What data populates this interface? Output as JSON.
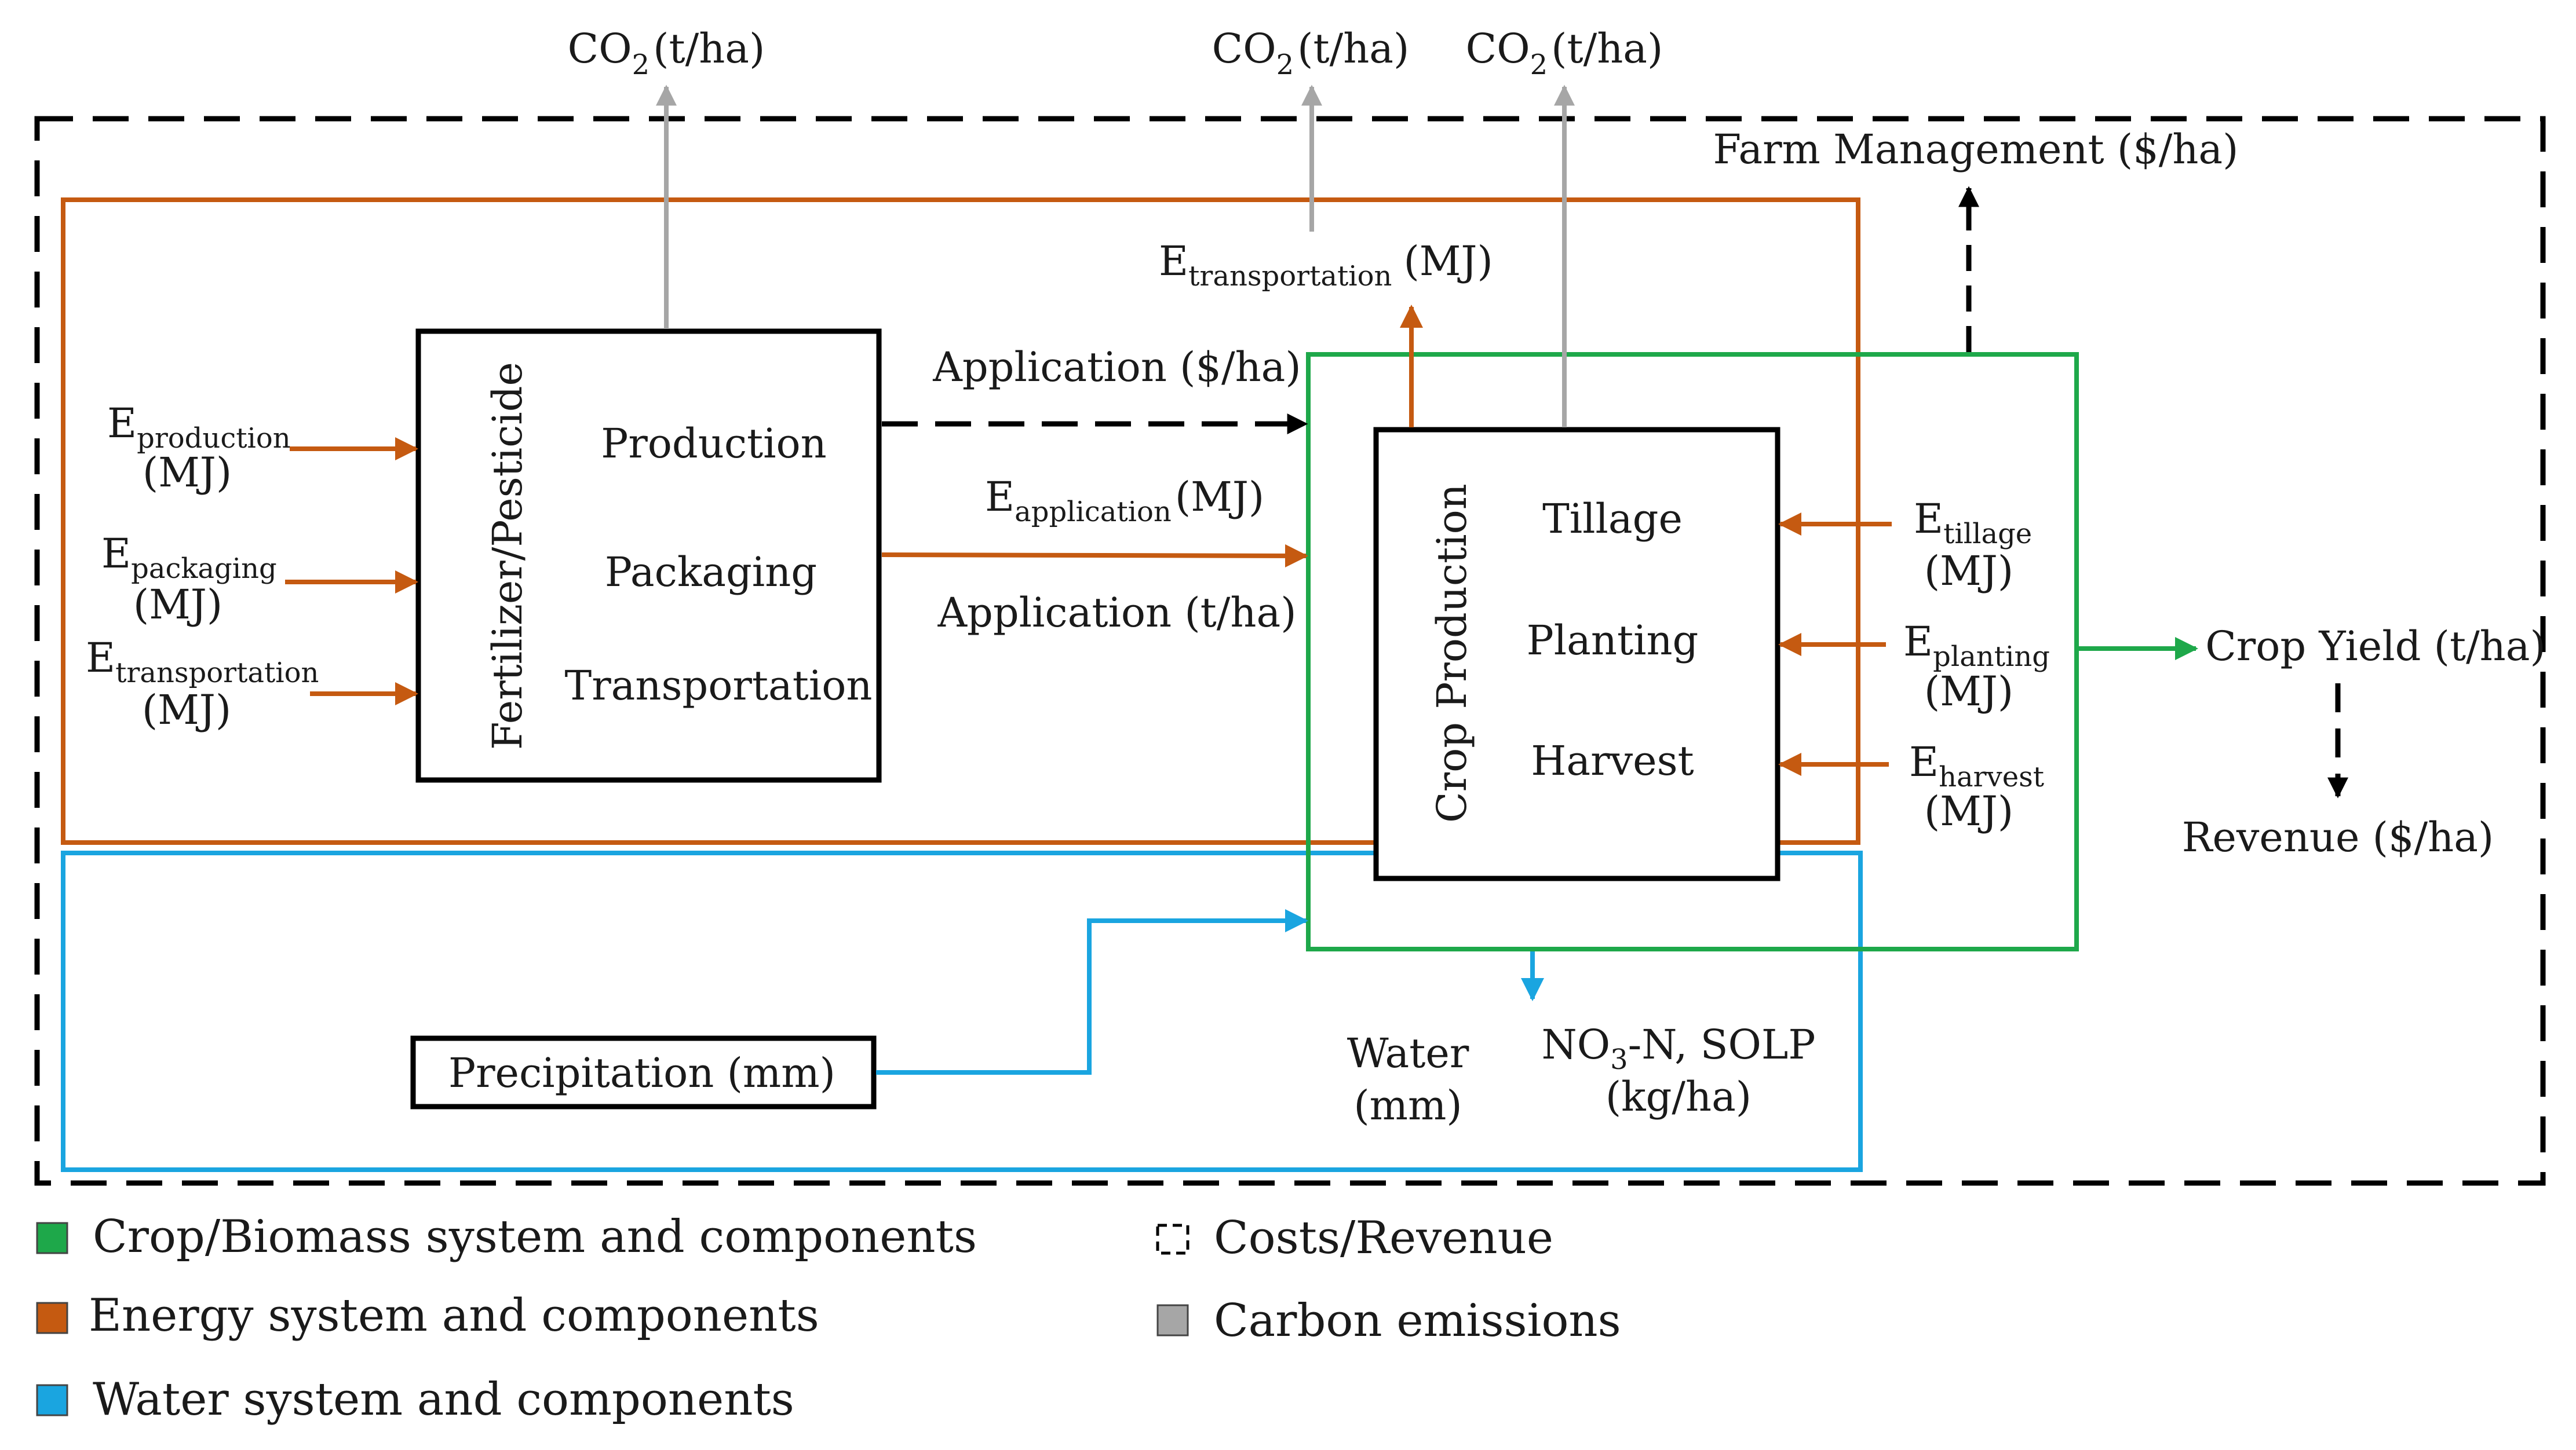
{
  "colors": {
    "crop": "#1ea84a",
    "energy": "#c55a11",
    "water": "#1aa5e0",
    "cost": "#000000",
    "carbon": "#a6a6a6"
  },
  "labels": {
    "co2_base": "CO",
    "co2_sub": "2",
    "co2_unit": "(t/ha)",
    "farm_management": "Farm Management ($/ha)",
    "e": "E",
    "mj": "(MJ)",
    "transportation": "transportation",
    "production": "production",
    "packaging": "packaging",
    "application": "application",
    "tillage": "tillage",
    "planting": "planting",
    "harvest": "harvest",
    "application_cost": "Application ($/ha)",
    "application_mass": "Application (t/ha)",
    "crop_yield": "Crop Yield (t/ha)",
    "revenue": "Revenue ($/ha)",
    "water": "Water",
    "mm": "(mm)",
    "no3_a": "NO",
    "no3_sub": "3",
    "no3_b": "-N, SOLP",
    "kgha": "(kg/ha)"
  },
  "fertilizer_box": {
    "vertical_label": "Fertilizer/Pesticide",
    "items": [
      "Production",
      "Packaging",
      "Transportation"
    ]
  },
  "crop_box": {
    "vertical_label": "Crop Production",
    "items": [
      "Tillage",
      "Planting",
      "Harvest"
    ]
  },
  "precipitation_box": "Precipitation (mm)",
  "legend": {
    "crop": "Crop/Biomass system and components",
    "energy": "Energy system and components",
    "water": "Water system and components",
    "cost": "Costs/Revenue",
    "carbon": "Carbon emissions"
  }
}
